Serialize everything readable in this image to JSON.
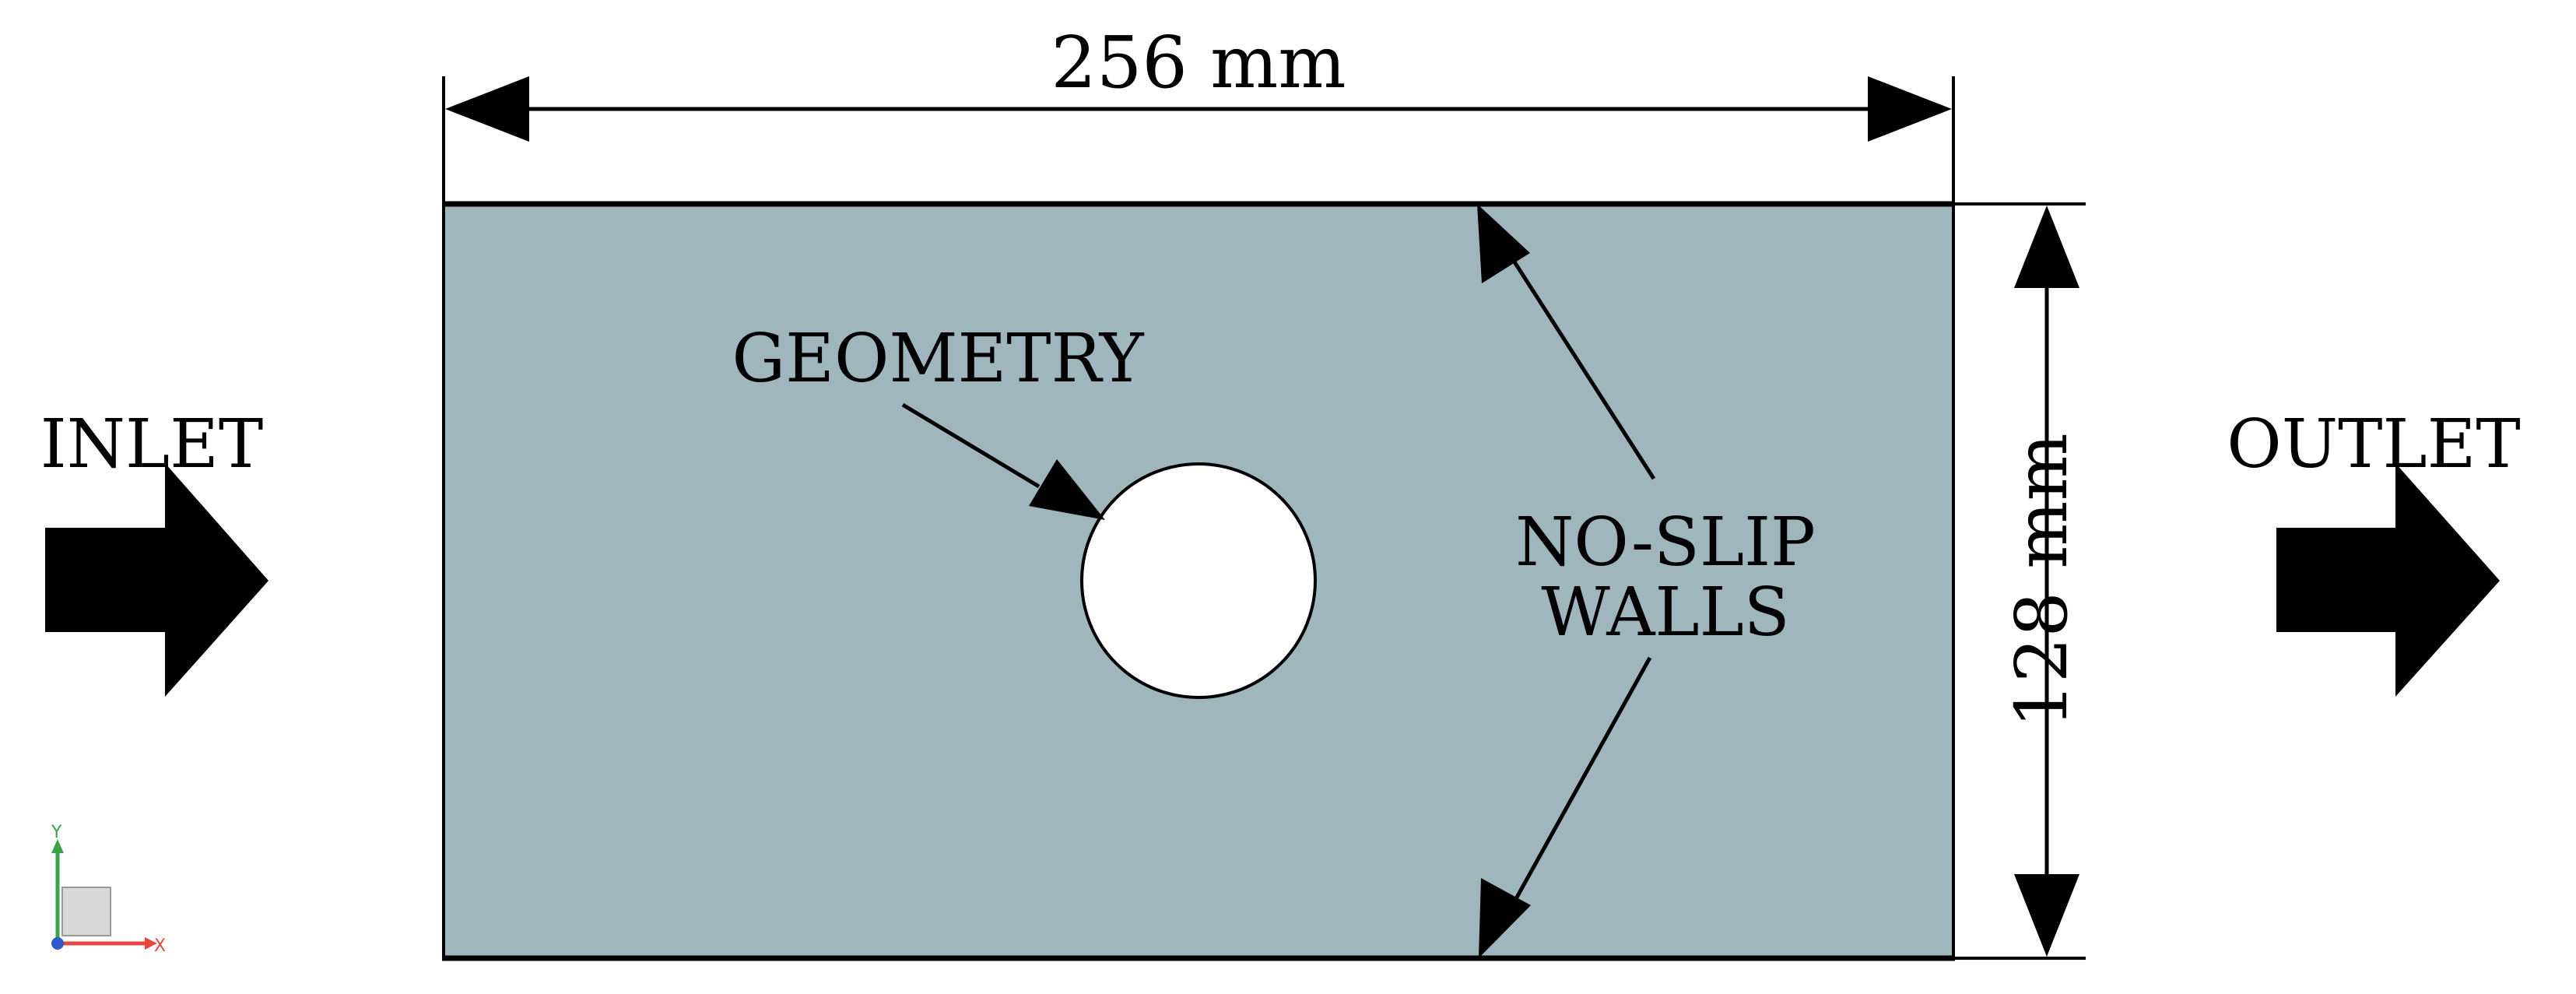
{
  "labels": {
    "width_dim": "256 mm",
    "height_dim": "128 mm",
    "inlet": "INLET",
    "outlet": "OUTLET",
    "geometry": "GEOMETRY",
    "walls_line1": "NO-SLIP",
    "walls_line2": "WALLS"
  },
  "triad": {
    "y_label": "Y",
    "x_label": "X"
  },
  "colors": {
    "domain_fill": "#9fb6bd",
    "outline": "#000000",
    "obstacle_fill": "#ffffff",
    "triad_x": "#e8473f",
    "triad_y": "#3aa34a",
    "triad_z": "#2f58c8",
    "triad_box": "#d9d9d9"
  }
}
